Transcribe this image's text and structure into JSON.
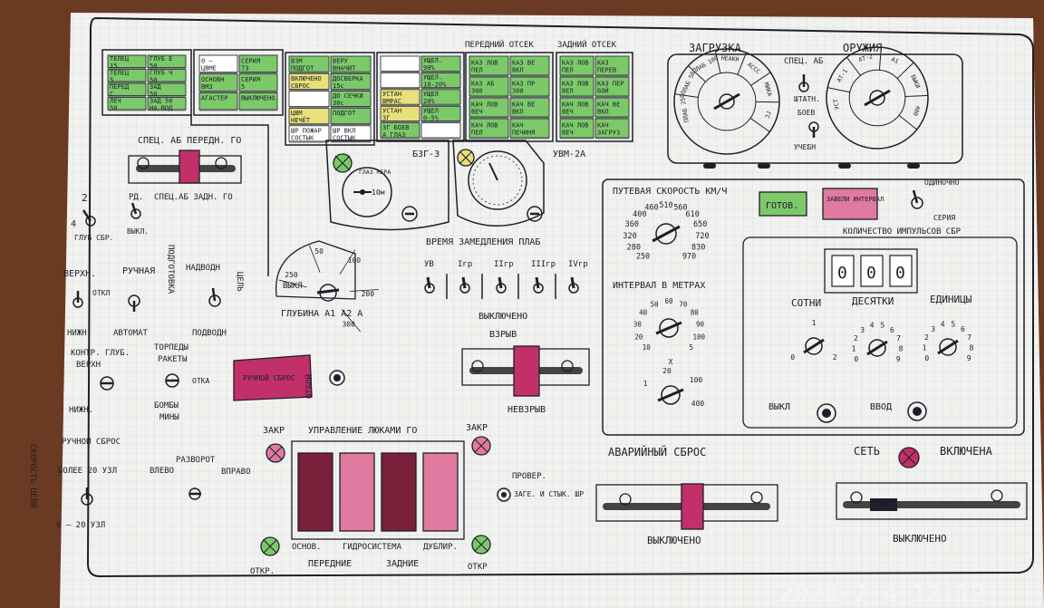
{
  "colors": {
    "paper": "#f1f1ee",
    "ink": "#1e1e2a",
    "grid": "#c9d6e4",
    "green_lamp": "#7cc96a",
    "yellow_lamp": "#e8e07a",
    "magenta": "#c2306a",
    "maroon": "#7a1f3a",
    "pink": "#e07aa0"
  },
  "timestamp": "2020-7-4 12:12",
  "labels": {
    "bzg": "БЗГ-3",
    "uvm": "УВМ-2А",
    "zagruzka": "ЗАГРУЗКА",
    "orujiya": "ОРУЖИЯ",
    "spets_ab": "СПЕЦ. АБ",
    "shtatn": "ШТАТН.",
    "boev": "БОЕВ",
    "ucheb": "УЧЕБН",
    "peredn_otsek": "ПЕРЕДНИЙ ОТСЕК",
    "zadn_otsek": "ЗАДНИЙ ОТСЕК",
    "spets_ab_peredn_go": "СПЕЦ. АБ   ПЕРЕДН. ГО",
    "rd": "РД.",
    "spets_ab_zadn_go": "СПЕЦ.АБ ЗАДН. ГО",
    "num2": "2",
    "num4": "4",
    "glub_sbr": "ГЛУБ СБР.",
    "vykl": "ВЫКЛ.",
    "verkhn": "ВЕРХН.",
    "ruchnaya": "РУЧНАЯ",
    "otkl": "ОТКЛ",
    "nizhn": "НИЖН.",
    "avtomat": "АВТОМАТ",
    "podgotovka": "ПОДГОТОВКА",
    "nadvodn": "НАДВОДН",
    "tsel": "ЦЕЛЬ",
    "podvodn": "ПОДВОДН",
    "kontr_glub": "КОНТР. ГЛУБ.",
    "verkhn2": "ВЕРХН",
    "torpedy": "ТОРПЕДЫ",
    "rakety": "РАКЕТЫ",
    "otka": "ОТКА",
    "nizhn2": "НИЖН.",
    "bomby": "БОМБЫ",
    "miny": "МИНЫ",
    "ruchnoy_sbros_btn": "РУЧНОЙ СБРОС",
    "otboy": "ОТБОЙ",
    "ruchnoy_sbros": "РУЧНОЙ СБРОС",
    "bolee20": "БОЛЕЕ 20 УЗЛ",
    "skorost_tseli": "СКОРОСТЬ ЦЕЛИ",
    "menee20": "0 – 20 УЗЛ",
    "vlevo": "ВЛЕВО",
    "razvorot": "РАЗВОРОТ",
    "vpravo": "ВПРАВО",
    "vykl_depth": "ВЫКЛ",
    "glubina": "ГЛУБИНА А1 А2 А",
    "vremya_zamed": "ВРЕМЯ ЗАМЕДЛЕНИЯ ПЛАБ",
    "uv": "УВ",
    "igr": "Iгр",
    "iigr": "IIгр",
    "iiigr": "IIIгр",
    "ivgr": "IVгр",
    "vyklyucheno_mid": "ВЫКЛЮЧЕНО",
    "vzryv": "ВЗРЫВ",
    "nevzryv": "НЕВЗРЫВ",
    "zakr_left": "ЗАКР",
    "upravlenie": "УПРАВЛЕНИЕ ЛЮКАМИ ГО",
    "zakr_right": "ЗАКР",
    "proverka": "ПРОВЕР.",
    "zag_styk": "ЗАГЕ. И СТЫК. ШР",
    "otkr_left": "ОТКР.",
    "osnovn": "ОСНОВ.",
    "gidrosistema": "ГИДРОСИСТЕМА",
    "dublir": "ДУБЛИР.",
    "otkr_right": "ОТКР",
    "perednie": "ПЕРЕДНИЕ",
    "zadnie": "ЗАДНИЕ",
    "avariyny": "АВАРИЙНЫЙ СБРОС",
    "set": "СЕТЬ",
    "vklyuchena": "ВКЛЮЧЕНА",
    "vyklyucheno_l": "ВЫКЛЮЧЕНО",
    "vyklyucheno_r": "ВЫКЛЮЧЕНО",
    "putevaya": "ПУТЕВАЯ СКОРОСТЬ КМ/Ч",
    "interval": "ИНТЕРВАЛ В МЕТРАХ",
    "gotov": "ГОТОВ.",
    "zadan_interval": "ЗАВЕЛИ ИНТЕРВАЛ",
    "odinochno": "ОДИНОЧНО",
    "seriya": "СЕРИЯ",
    "kolichestvo": "КОЛИЧЕСТВО ИМПУЛЬСОВ СБР",
    "sotni": "СОТНИ",
    "desyatki": "ДЕСЯТКИ",
    "edinitsy": "ЕДИНИЦЫ",
    "vykl_imp": "ВЫКЛ",
    "vvod": "ВВОД",
    "glaz_mera": "ГЛАЗ МЕРА",
    "ten_m": "10м"
  },
  "counter": {
    "d1": "0",
    "d2": "0",
    "d3": "0"
  },
  "depth_scale": [
    "250",
    "50",
    "100",
    "200",
    "300"
  ],
  "speed_scale": [
    "250",
    "280",
    "320",
    "360",
    "400",
    "460",
    "510",
    "560",
    "610",
    "650",
    "720",
    "830",
    "970"
  ],
  "interval_scale_top": [
    "10",
    "20",
    "30",
    "40",
    "50",
    "60",
    "70",
    "80",
    "90",
    "100",
    "5"
  ],
  "interval_scale_bottom": [
    "1",
    "20",
    "100",
    "400",
    "X"
  ],
  "digit_scales": {
    "sotni": [
      "0",
      "1",
      "2"
    ],
    "desyatki": [
      "0",
      "1",
      "2",
      "3",
      "4",
      "5",
      "6",
      "7",
      "8",
      "9"
    ],
    "edinitsy": [
      "0",
      "1",
      "2",
      "3",
      "4",
      "5",
      "6",
      "7",
      "8",
      "9"
    ]
  },
  "panel_a": [
    [
      "ТЕЛЕЦ 15",
      "ГЛУБ Е 50"
    ],
    [
      "ТЕЛЕЦ 5",
      "ГЛУБ Ч 50"
    ],
    [
      "ПЕРЕД С",
      "ЗАД 50"
    ],
    [
      "ЛЕЧ 50",
      "ЗАД 50 НА ВОД"
    ]
  ],
  "panel_b": [
    [
      "0 – ЦВМЕ",
      "СЕРИЯ 73"
    ],
    [
      "ОСНОВН ВМЗ",
      "СЕРИЯ 5"
    ],
    [
      "АГАСТЕР",
      "ВЫКЛЮЧЕНО"
    ]
  ],
  "panel_c": [
    [
      "ВЗМ ПОДГОТ",
      "ВЕРУ ВНАЧИТ"
    ],
    [
      "ВКЛЮЧЕНО СБРОС",
      "ДОСВЕРКА 15с"
    ],
    [
      "",
      "ДО СЕЧКИ 30с"
    ],
    [
      "ЦВМ НЕЧЁТ",
      "ПОДГОТ"
    ],
    [
      "ШР ПОЖАР СОСТЫК",
      "ШР ВКЛ СОСТЫК"
    ]
  ],
  "panel_d": [
    [
      "",
      "УЩЕЛ. 90%"
    ],
    [
      "",
      "УЩЕЛ. 10-20%"
    ],
    [
      "УСТАН ВМРАС",
      "УЩЕЛ 20%"
    ],
    [
      "УСТАН ЗГ",
      "УЩЕЛ 0-5%"
    ],
    [
      "ЗГ БОЕВ А ГЛАЗ",
      ""
    ]
  ],
  "panel_e": [
    [
      "КАЗ ЛОВ ПЕЛ",
      "КАЗ ВЕ ВКЛ"
    ],
    [
      "КАЗ АБ 300",
      "КАЗ ПР 300"
    ],
    [
      "КАЧ ЛОВ ВЕЧ",
      "КАЧ ВЕ ВКЛ"
    ],
    [
      "КАЧ ЛОВ ПЕЛ",
      "КАЧ ПЕЧИНЯ"
    ]
  ],
  "panel_f": [
    [
      "КАЗ ЛОВ ПЕЛ",
      "КАЗ ПЕРЕВ"
    ],
    [
      "КАЗ ЛОВ ВЕЛ",
      "КАЗ ПЕР БОЙ"
    ],
    [
      "КАЧ ЛОВ ВЕЧ",
      "КАЧ ВЕ ВКЛ"
    ],
    [
      "КАЧ ЛОВ ВЕЧ",
      "КАЧ ЗАГРУЗ"
    ]
  ],
  "zagruzka_dial": [
    "ПЛАБ 250",
    "ПЛАБ 50",
    "ПЛАБ 100",
    "НЕАКН",
    "АССС",
    "МИКА",
    "ГС"
  ],
  "orujiya_dial": [
    "УСТ",
    "АТ-1",
    "АТ-2",
    "А1",
    "БЫКИ",
    "400"
  ]
}
